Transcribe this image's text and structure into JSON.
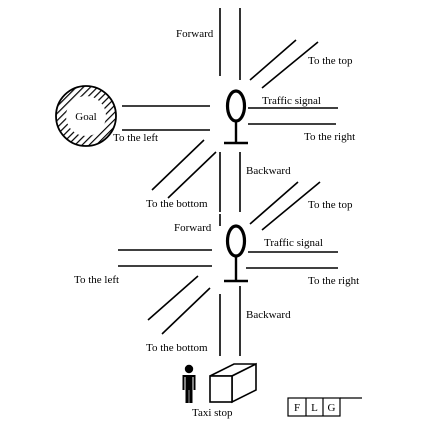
{
  "labels": {
    "forward": "Forward",
    "to_the_top": "To the top",
    "traffic_signal": "Traffic signal",
    "to_the_right": "To the right",
    "to_the_left": "To the left",
    "backward": "Backward",
    "to_the_bottom": "To the bottom",
    "taxi_stop": "Taxi stop",
    "goal": "Goal"
  },
  "legend": [
    "F",
    "L",
    "G"
  ]
}
